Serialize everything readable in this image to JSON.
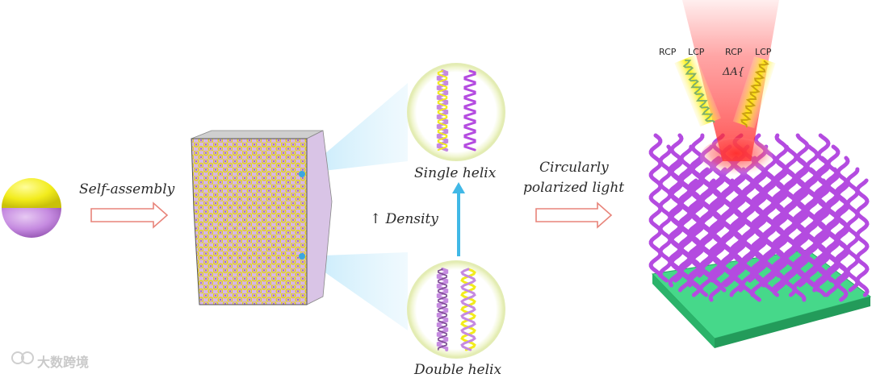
{
  "labels": {
    "self_assembly": "Self-assembly",
    "single_helix": "Single helix",
    "double_helix": "Double helix",
    "density": "↑ Density",
    "circularly": "Circularly",
    "polarized_light": "polarized light",
    "rcp_1": "RCP",
    "lcp_1": "LCP",
    "rcp_2": "RCP",
    "lcp_2": "LCP",
    "delta_a": "ΔA{"
  },
  "watermark": "大数跨境",
  "colors": {
    "yellow": "#f2ec1c",
    "purple": "#c58ae0",
    "arrow_outline": "#e8847a",
    "cyan_arrow": "#41b8e6",
    "substrate": "#3ad27e",
    "red_glow": "#ff3b3b",
    "helix_purple": "#b44be0"
  },
  "icons": [
    "janus-sphere",
    "hollow-right-arrow",
    "up-arrow"
  ]
}
